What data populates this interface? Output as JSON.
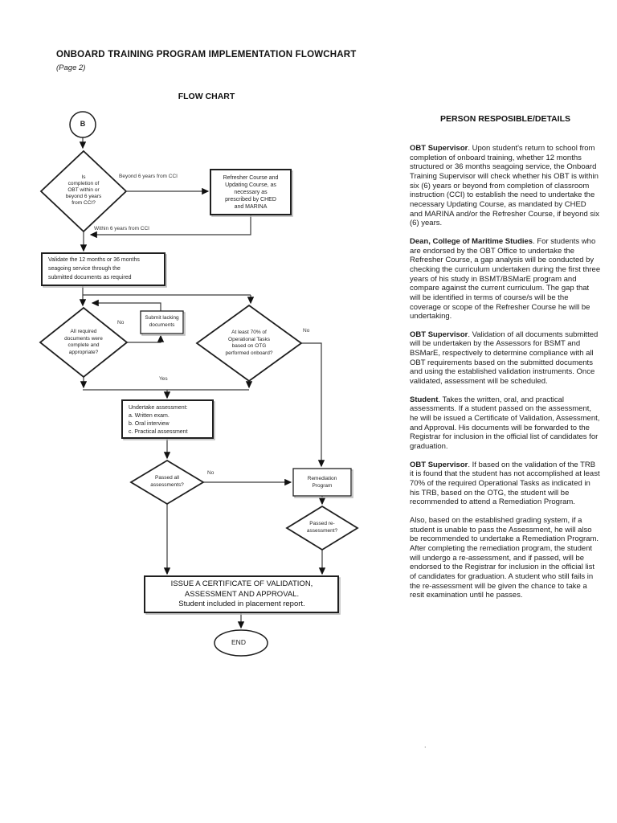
{
  "page": {
    "title": "ONBOARD TRAINING PROGRAM IMPLEMENTATION FLOWCHART",
    "subtitle": "(Page 2)",
    "chart_heading": "FLOW CHART",
    "stray_dot": "."
  },
  "flowchart": {
    "start_label": "B",
    "end_label": "END",
    "nodes": {
      "decision_obt_years": "Is\ncompletion of\nOBT within or\nbeyond 6 years\nfrom CCI?",
      "refresher_course": "Refresher Course and\nUpdating Course, as\nnecessary as\nprescribed by CHED\nand MARINA",
      "validate_service": "Validate the 12 months or 36 months\nseagoing service through the\nsubmitted documents as required",
      "decision_documents": "All required\ndocuments were\ncomplete and\nappropriate?",
      "submit_lacking": "Submit lacking\ndocuments",
      "decision_operational_tasks": "At least 70% of\nOperational Tasks\nbased on OTG\nperformed onboard?",
      "undertake_assessment": "Undertake assessment:\na. Written exam.\nb. Oral interview\nc. Practical assessment",
      "decision_passed_all": "Passed all\nassessments?",
      "remediation_program": "Remediation\nProgram",
      "decision_passed_re": "Passed re-\nassessment?",
      "issue_certificate": "ISSUE A CERTIFICATE OF VALIDATION,\nASSESSMENT AND APPROVAL.\nStudent included in placement report."
    },
    "edge_labels": {
      "beyond": "Beyond 6 years from CCI",
      "within": "Within 6 years from CCI",
      "no_documents": "No",
      "no_tasks": "No",
      "yes": "Yes",
      "no_assessment": "No"
    },
    "colors": {
      "line": "#3a3a3a",
      "arrowhead": "#111111",
      "shape_border": "#1f1f1f",
      "shadow": "#b8b8b8"
    }
  },
  "details": {
    "heading": "PERSON RESPOSIBLE/DETAILS",
    "paragraphs": [
      {
        "lead": "OBT Supervisor",
        "text": ".  Upon student's return to school from completion of onboard training, whether 12 months structured or 36 months seagoing service, the Onboard Training Supervisor will check whether his OBT is within six (6) years or beyond from completion of classroom instruction (CCI) to establish the need to undertake the necessary Updating Course, as mandated by CHED and MARINA and/or the Refresher Course, if beyond six (6) years."
      },
      {
        "lead": "Dean, College of Maritime Studies",
        "text": ".  For students who are endorsed by the OBT Office to undertake the Refresher Course, a gap analysis will be conducted by checking the curriculum undertaken during the first three years of his study in BSMT/BSMarE program and compare against the current curriculum.  The gap that will be identified in terms of course/s will be the coverage or scope of the Refresher Course he will be undertaking."
      },
      {
        "lead": "OBT Supervisor",
        "text": ".  Validation of all documents submitted will be undertaken by the Assessors for BSMT and BSMarE, respectively to determine compliance with all OBT requirements based on the submitted documents and using the established validation instruments.  Once validated, assessment will be scheduled."
      },
      {
        "lead": "Student",
        "text": ".  Takes the written, oral, and practical assessments.  If a student passed on the assessment, he will be issued a Certificate of Validation, Assessment, and Approval.  His documents will be forwarded to the Registrar for inclusion in the official list of candidates for graduation."
      },
      {
        "lead": "OBT Supervisor",
        "text": ".  If based on the validation of the TRB it is found that the student has not accomplished at least 70% of the required Operational Tasks as indicated in his TRB, based on the OTG, the student will be recommended to attend a Remediation Program."
      },
      {
        "lead": "",
        "text": "Also, based on the established grading system, if a student is unable to pass the Assessment, he will also be recommended to undertake a Remediation Program.  After completing the remediation program, the student will undergo a re-assessment, and if passed, will be endorsed to the Registrar for inclusion in the official list of candidates for graduation.  A student who still fails in the re-assessment will be given the chance to take a resit examination until he passes."
      }
    ]
  }
}
